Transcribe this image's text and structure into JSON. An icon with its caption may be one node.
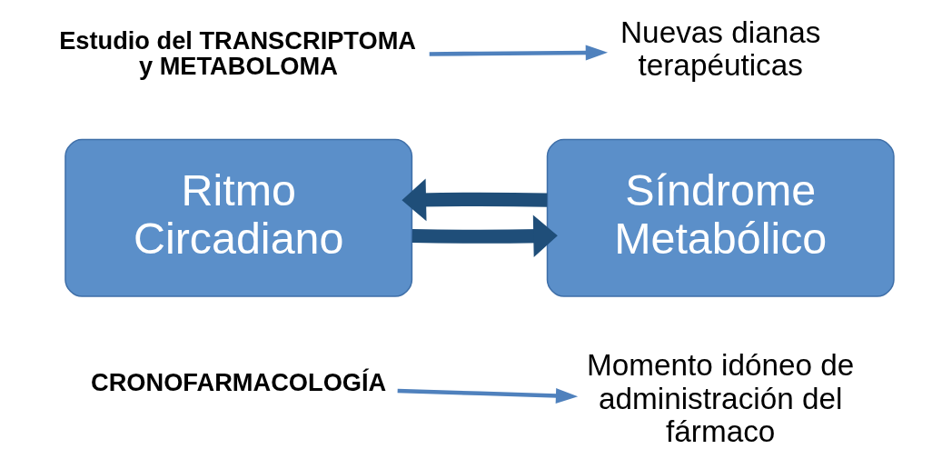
{
  "diagram": {
    "nodes": [
      {
        "text": [
          "Estudio del TRANSCRIPTOMA y METABOLOMA"
        ]
      },
      {
        "text": [
          "Nuevas dianas terapéuticas"
        ]
      },
      {
        "text": [
          "Ritmo Circadiano"
        ]
      },
      {
        "text": [
          "Síndrome Metabólico"
        ]
      },
      {
        "text": [
          "CRONOFARMACOLOGÍA"
        ]
      },
      {
        "text": [
          "Momento idóneo de administración del fármaco"
        ]
      }
    ],
    "edges": [
      {
        "from": 0,
        "to": 1,
        "arrow": "to"
      },
      {
        "from": 2,
        "to": 3,
        "arrow": "to",
        "style": "thick",
        "color": "#1f4e79"
      },
      {
        "from": 3,
        "to": 2,
        "arrow": "to",
        "style": "thick",
        "color": "#1f4e79"
      },
      {
        "from": 4,
        "to": 5,
        "arrow": "to"
      }
    ]
  }
}
